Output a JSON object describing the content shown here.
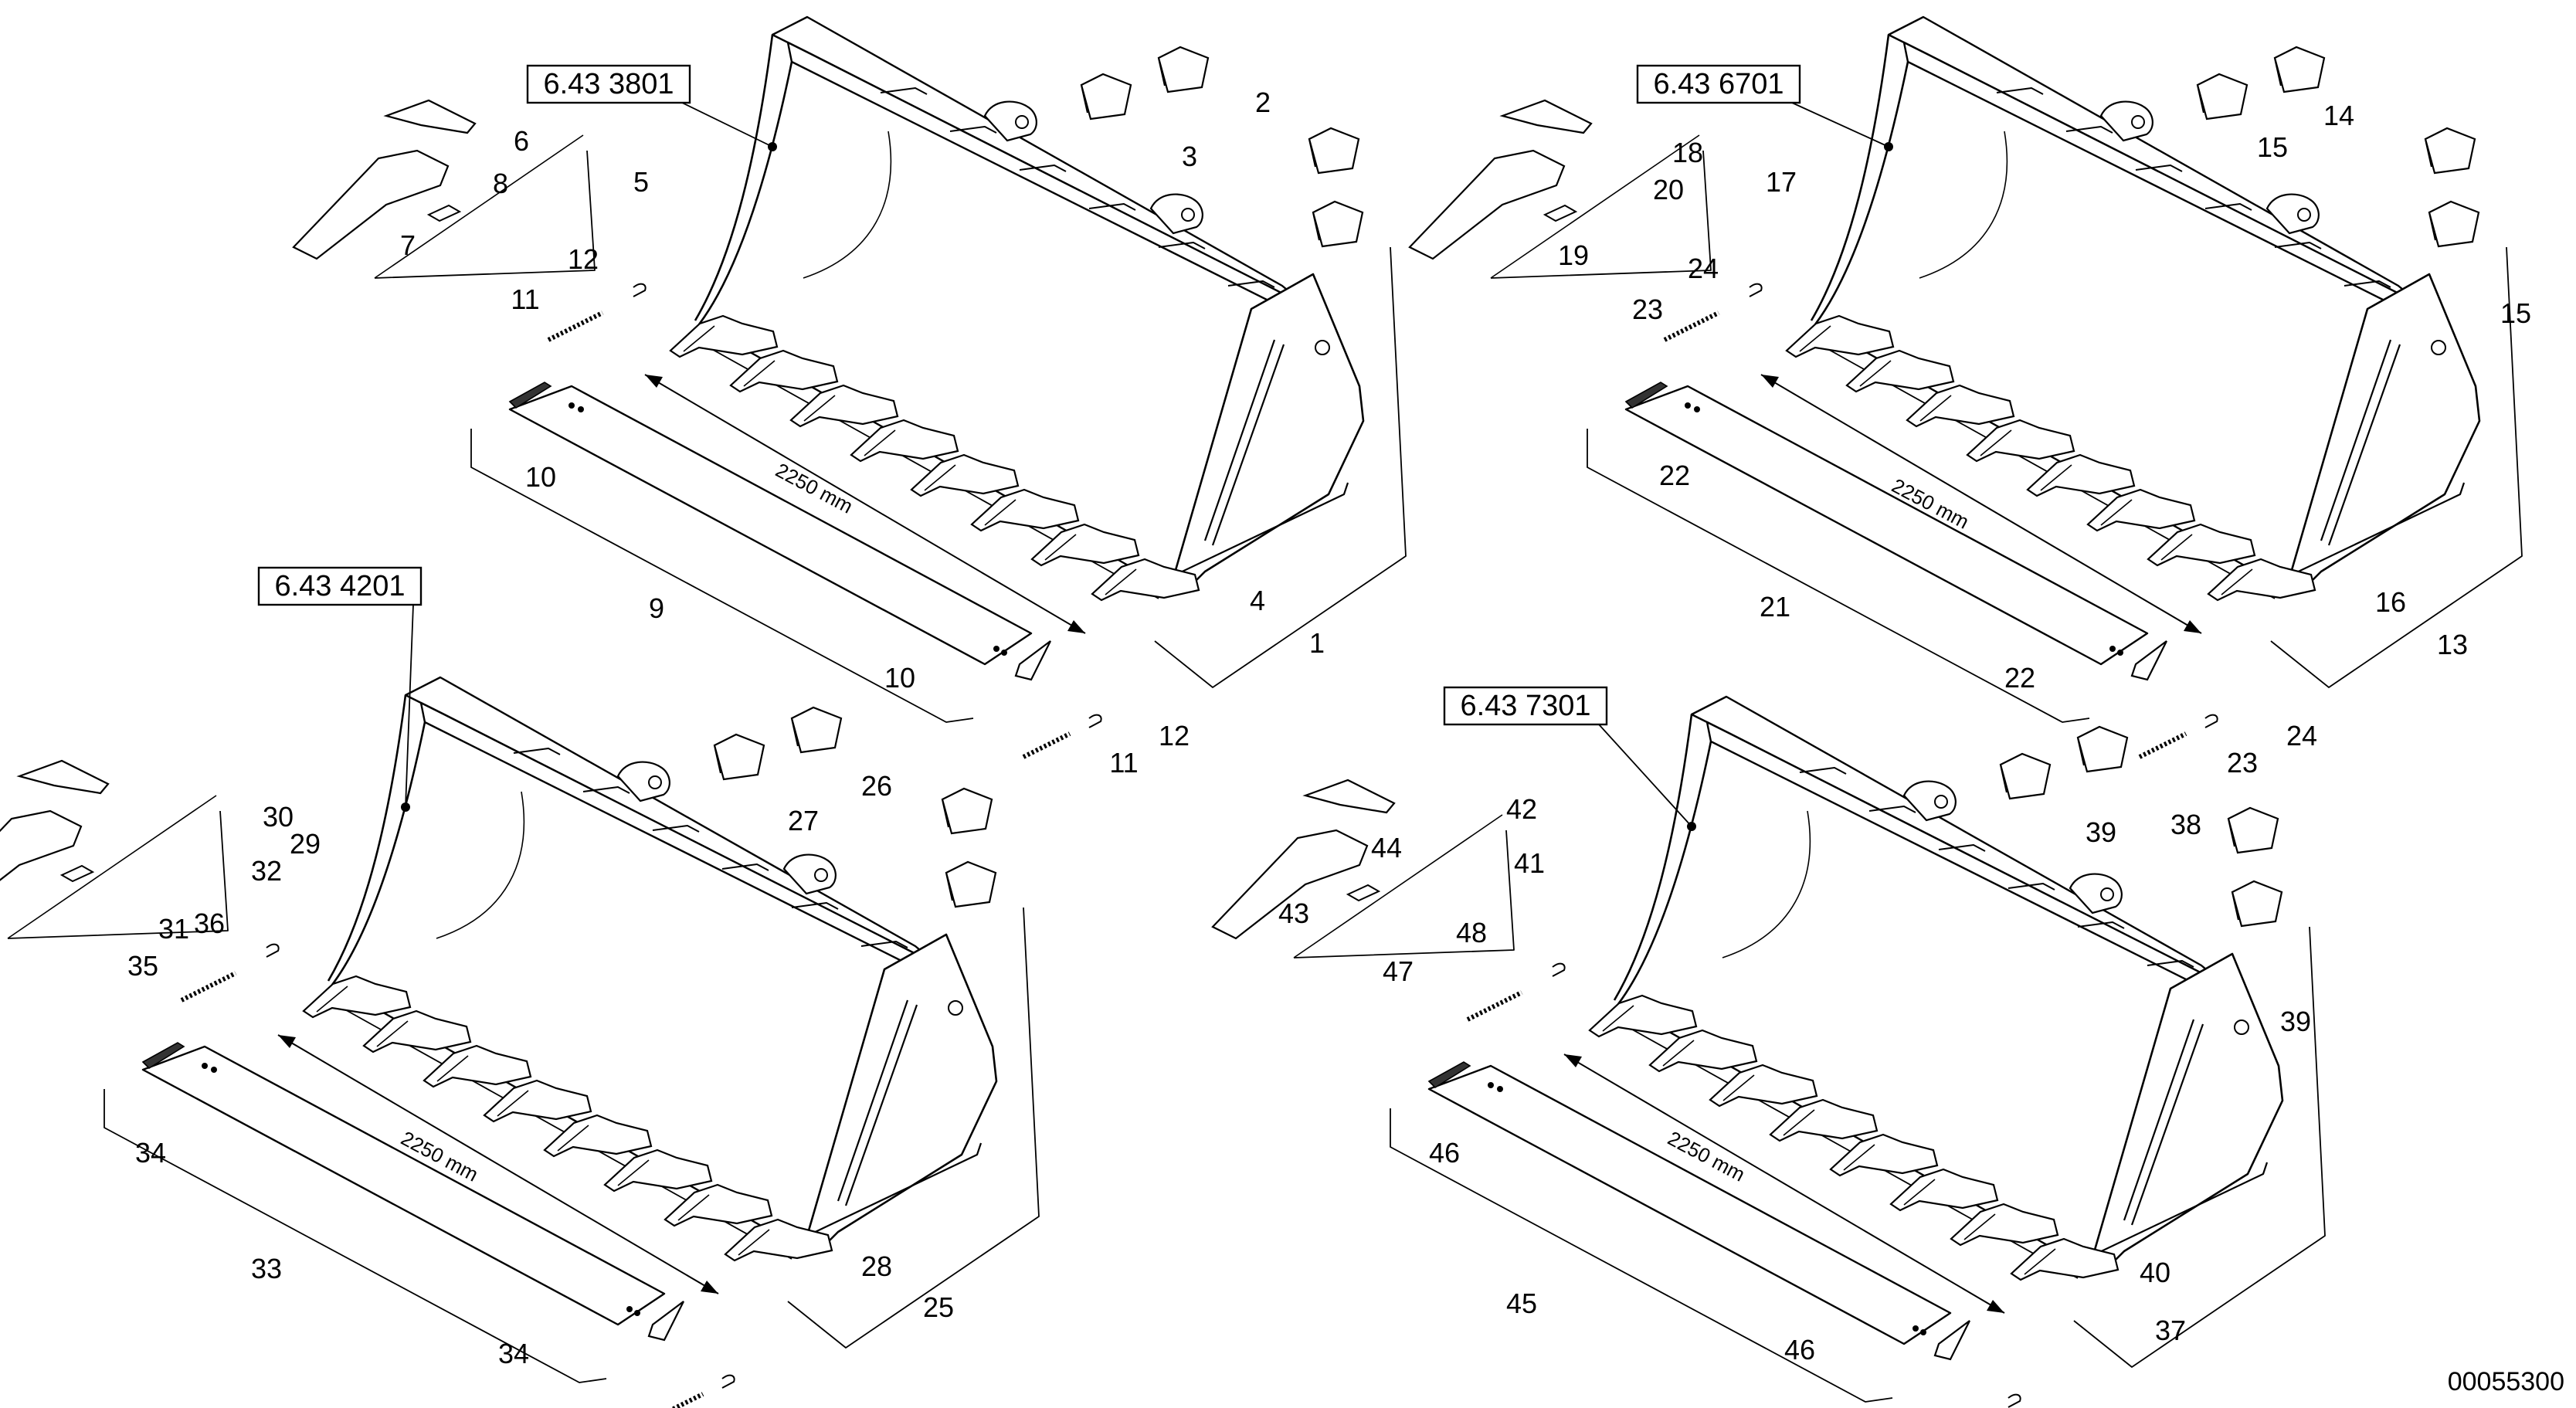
{
  "drawing_number": "00055300",
  "assemblies": [
    {
      "part_number": "6.43 3801",
      "dimension": "2250 mm",
      "labels": [
        "1",
        "2",
        "3",
        "4",
        "5",
        "6",
        "7",
        "8",
        "9",
        "10",
        "10",
        "11",
        "11",
        "12",
        "12"
      ]
    },
    {
      "part_number": "6.43 6701",
      "dimension": "2250 mm",
      "labels": [
        "13",
        "14",
        "15",
        "15",
        "16",
        "17",
        "18",
        "19",
        "20",
        "21",
        "22",
        "22",
        "23",
        "23",
        "24",
        "24"
      ]
    },
    {
      "part_number": "6.43 4201",
      "dimension": "2250 mm",
      "labels": [
        "25",
        "26",
        "27",
        "28",
        "29",
        "30",
        "31",
        "32",
        "33",
        "34",
        "34",
        "35",
        "36"
      ]
    },
    {
      "part_number": "6.43 7301",
      "dimension": "2250 mm",
      "labels": [
        "37",
        "38",
        "39",
        "39",
        "40",
        "41",
        "42",
        "43",
        "44",
        "45",
        "46",
        "46",
        "47",
        "48"
      ]
    }
  ]
}
